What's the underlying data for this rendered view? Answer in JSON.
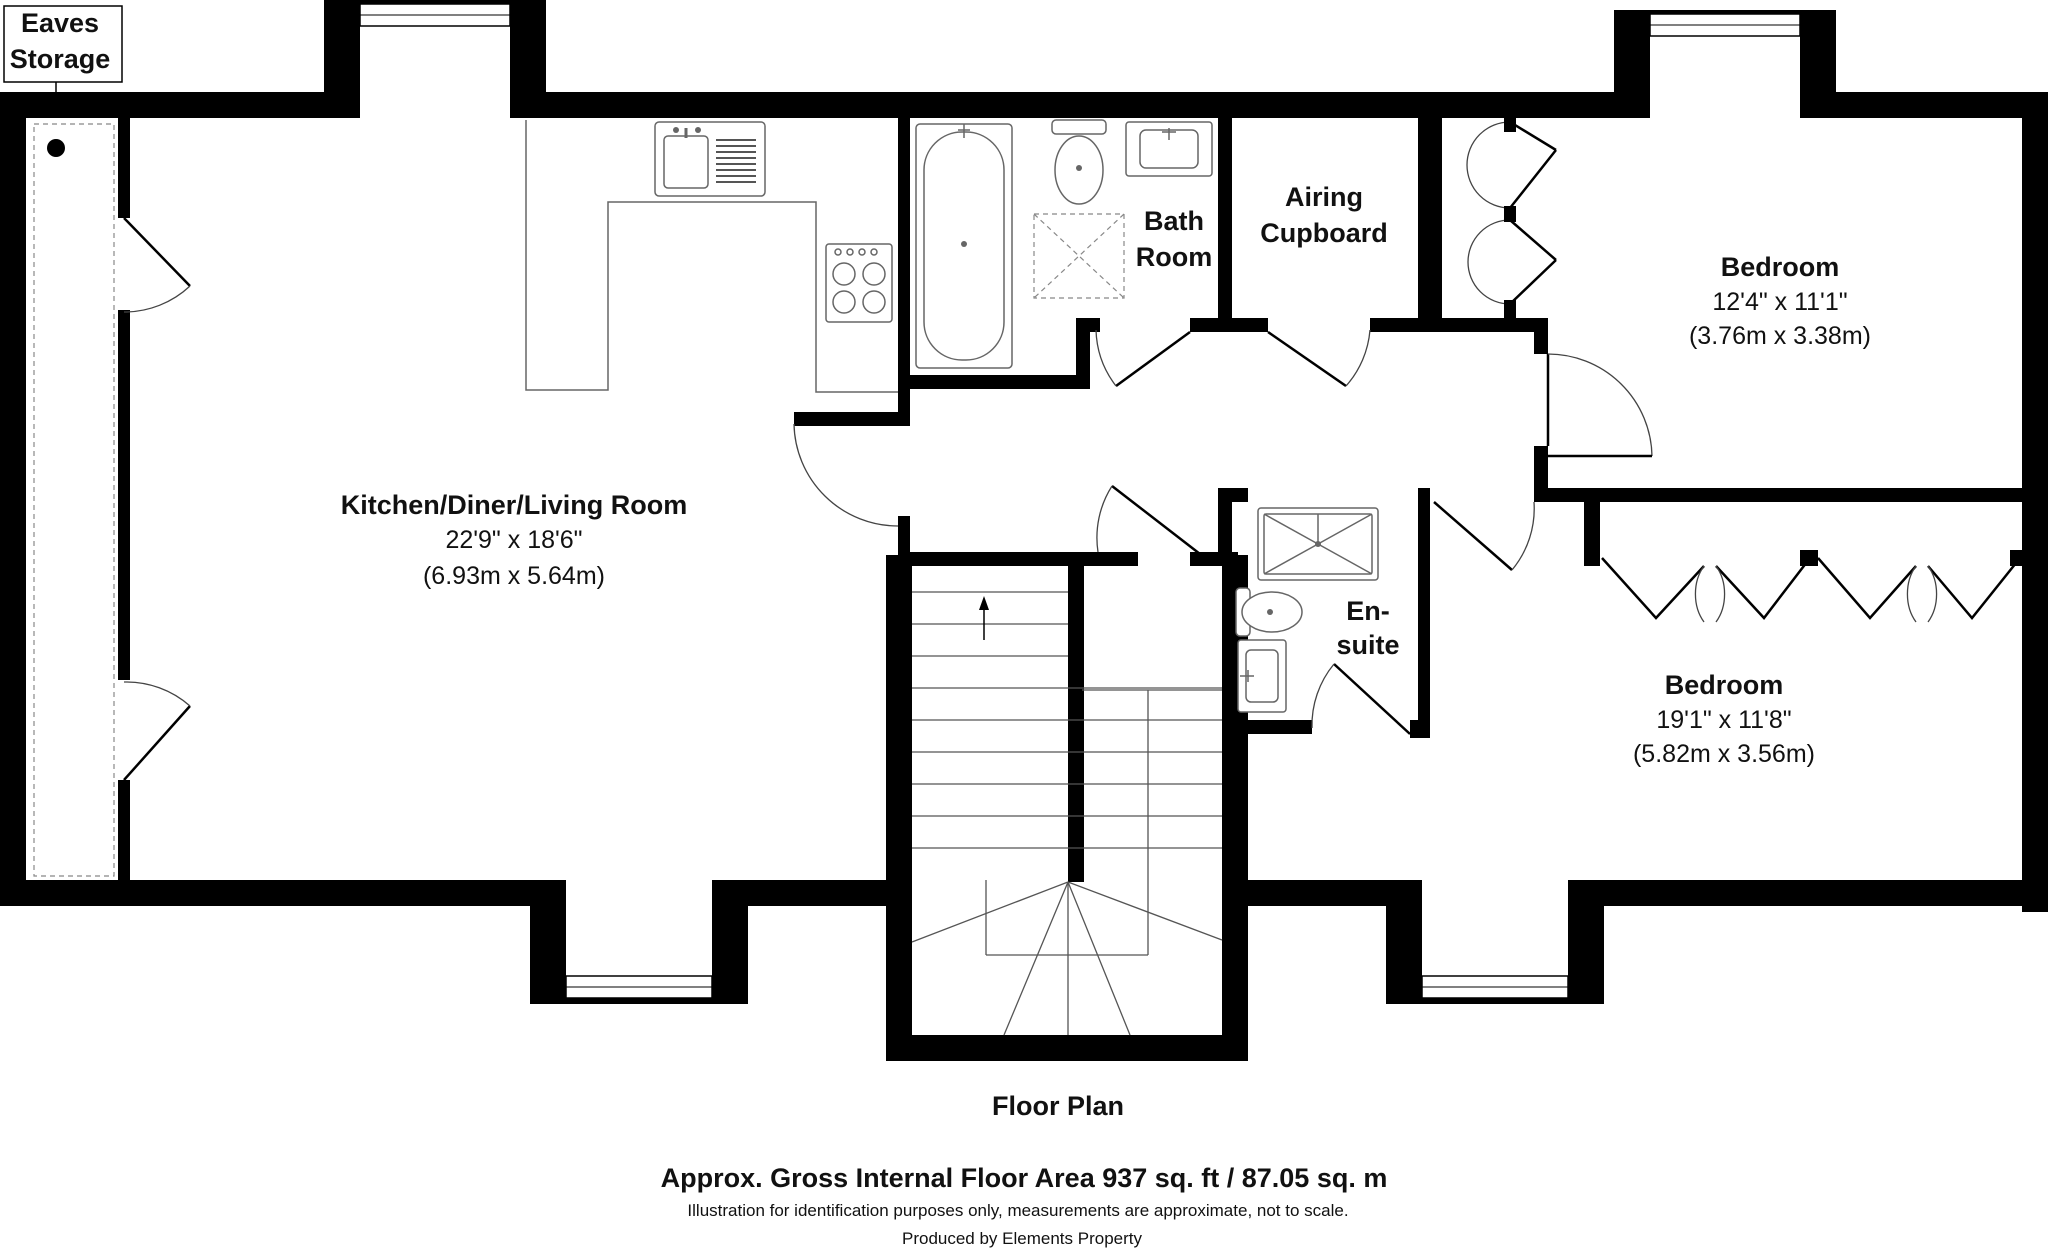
{
  "rooms": {
    "eaves": {
      "line1": "Eaves",
      "line2": "Storage"
    },
    "kitchen": {
      "name": "Kitchen/Diner/Living Room",
      "imperial": "22'9\" x 18'6\"",
      "metric": "(6.93m x 5.64m)"
    },
    "bathroom": {
      "line1": "Bath",
      "line2": "Room"
    },
    "airing": {
      "line1": "Airing",
      "line2": "Cupboard"
    },
    "bedroom1": {
      "name": "Bedroom",
      "imperial": "12'4\" x 11'1\"",
      "metric": "(3.76m x 3.38m)"
    },
    "ensuite": {
      "line1": "En-",
      "line2": "suite"
    },
    "bedroom2": {
      "name": "Bedroom",
      "imperial": "19'1\" x 11'8\"",
      "metric": "(5.82m x 3.56m)"
    }
  },
  "footer": {
    "plan_title": "Floor Plan",
    "area": "Approx. Gross Internal Floor Area 937 sq. ft / 87.05 sq. m",
    "disclaimer": "Illustration for identification purposes only, measurements are approximate, not to scale.",
    "produced_by": "Produced by Elements Property"
  },
  "icons": [
    "sink-icon",
    "hob-icon",
    "bath-icon",
    "toilet-icon",
    "shower-icon",
    "stairs-arrow-icon"
  ]
}
